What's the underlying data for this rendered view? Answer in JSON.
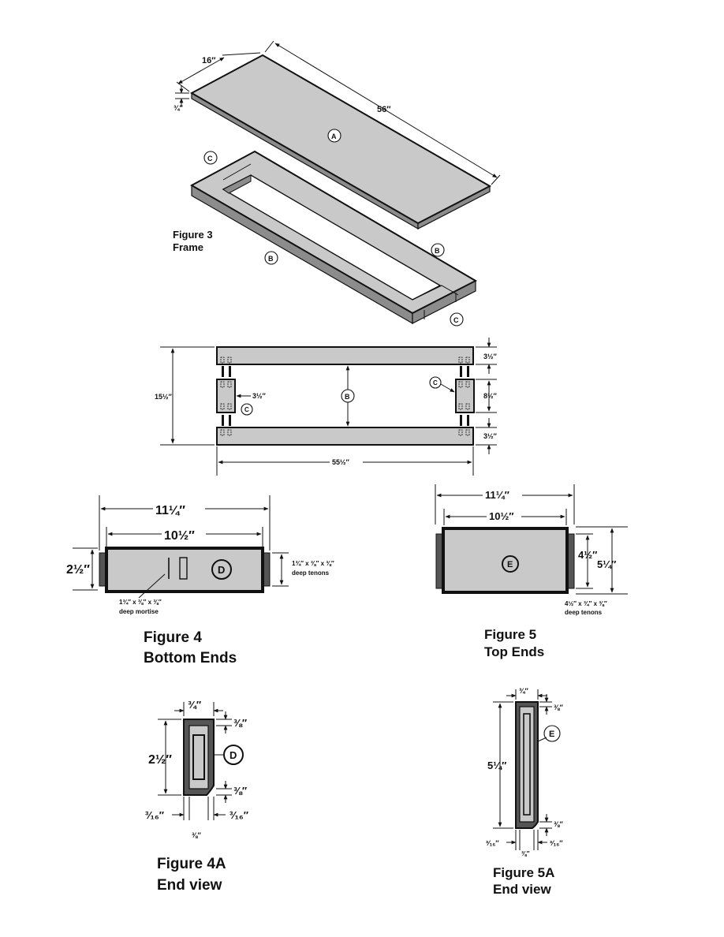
{
  "figure3": {
    "caption_line1": "Figure 3",
    "caption_line2": "Frame",
    "top_width": "16″",
    "top_length": "56″",
    "top_thickness": "¾″",
    "part_a": "A",
    "part_b": "B",
    "part_c": "C"
  },
  "frame_plan": {
    "overall_height": "15½″",
    "rail_height_top": "3½″",
    "rail_height_bottom": "3½″",
    "end_width": "3½″",
    "end_height": "8½″",
    "overall_length": "55½″",
    "part_b": "B",
    "part_c": "C"
  },
  "figure4": {
    "caption_line1": "Figure 4",
    "caption_line2": "Bottom Ends",
    "overall_length": "11¼″",
    "inner_length": "10½″",
    "height": "2½″",
    "part": "D",
    "tenon_note_line1": "1¾″ x ⅜″ x ⅜″",
    "tenon_note_line2": "deep tenons",
    "mortise_note_line1": "1¾″ x ⅜″ x ⅜″",
    "mortise_note_line2": "deep mortise"
  },
  "figure5": {
    "caption_line1": "Figure 5",
    "caption_line2": "Top Ends",
    "overall_length": "11¼″",
    "inner_length": "10½″",
    "tenon_height": "4½″",
    "height": "5¼″",
    "part": "E",
    "tenon_note_line1": "4½″ x ¾″ x ⅜″",
    "tenon_note_line2": "deep tenons"
  },
  "figure4a": {
    "caption_line1": "Figure 4A",
    "caption_line2": "End view",
    "width": "¾″",
    "height": "2½″",
    "top_offset": "⅜″",
    "bottom_offset": "⅜″",
    "left_edge": "³⁄₁₆″",
    "right_edge": "³⁄₁₆″",
    "slot_width": "⅜″",
    "part": "D"
  },
  "figure5a": {
    "caption_line1": "Figure 5A",
    "caption_line2": "End view",
    "width": "¾″",
    "height": "5¼″",
    "top_offset": "⅜″",
    "bottom_offset": "⅜″",
    "left_edge": "³⁄₁₆″",
    "right_edge": "³⁄₁₆″",
    "slot_width": "⅜″",
    "part": "E"
  }
}
